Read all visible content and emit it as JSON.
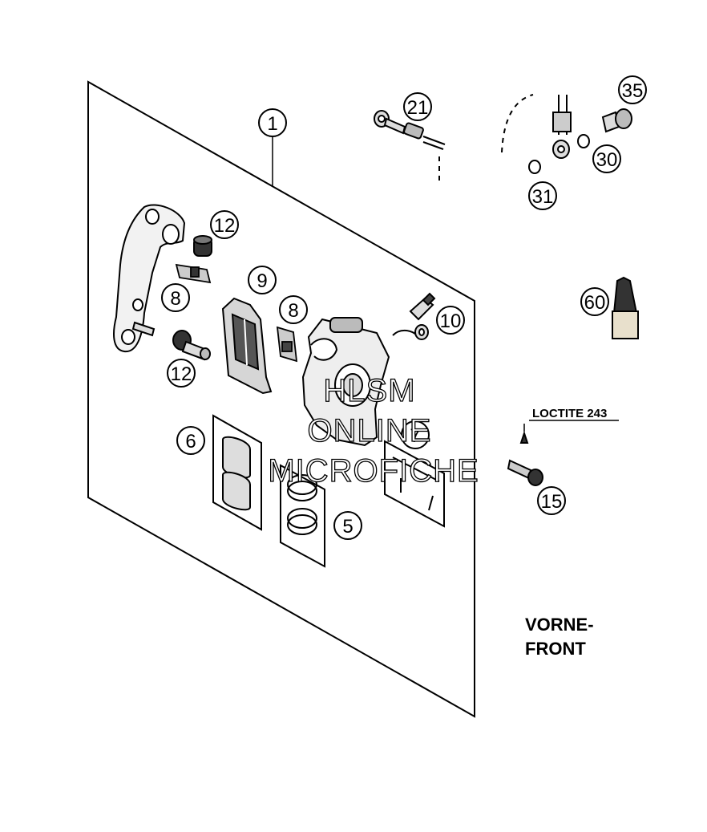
{
  "callouts": {
    "c1": "1",
    "c21": "21",
    "c35": "35",
    "c30": "30",
    "c31": "31",
    "c12a": "12",
    "c8a": "8",
    "c9": "9",
    "c8b": "8",
    "c10": "10",
    "c12b": "12",
    "c60": "60",
    "c6": "6",
    "c7": "7",
    "c5": "5",
    "c15": "15"
  },
  "labels": {
    "loctite": "LOCTITE 243",
    "direction_de": "VORNE-",
    "direction_en": "FRONT"
  },
  "watermark": {
    "line1": "HLSM",
    "line2": "ONLINE",
    "line3": "MICROFICHE"
  }
}
